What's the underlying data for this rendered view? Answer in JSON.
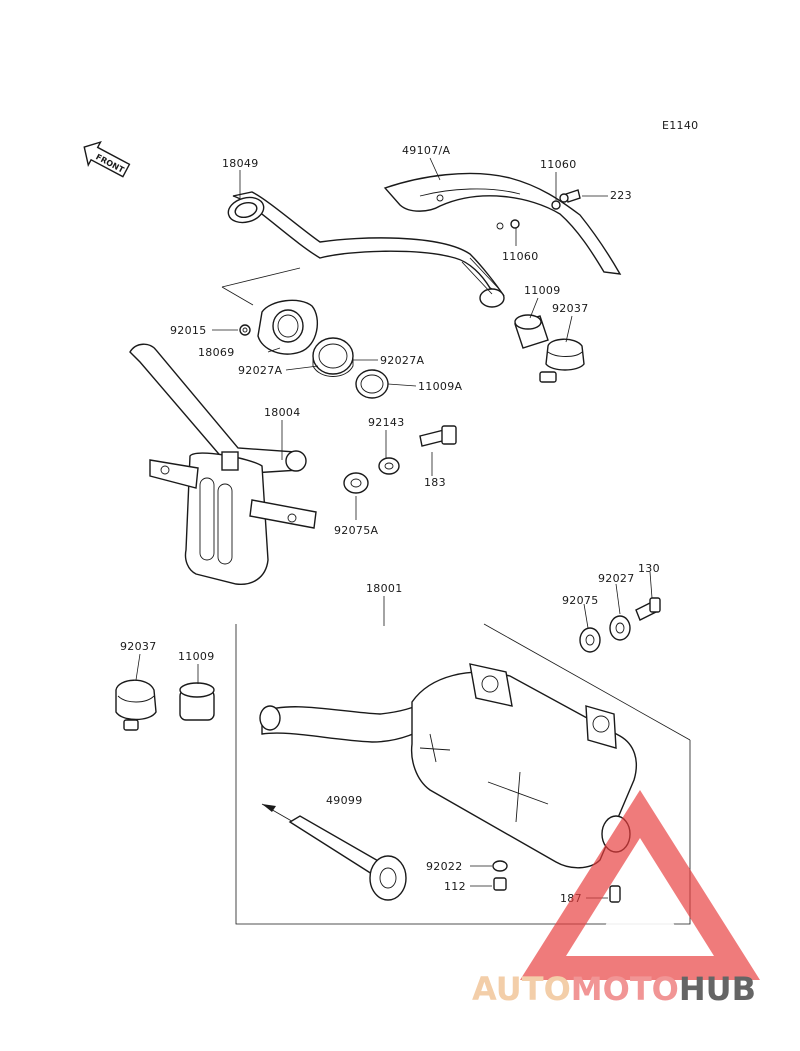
{
  "diagram_code": "E1140",
  "front_arrow_label": "FRONT",
  "labels": {
    "l18049": "18049",
    "l49107": "49107/A",
    "l11060a": "11060",
    "l223": "223",
    "l11060b": "11060",
    "l11009a": "11009",
    "l92037a": "92037",
    "l92015": "92015",
    "l18069": "18069",
    "l92027a1": "92027A",
    "l92027a2": "92027A",
    "l11009A": "11009A",
    "l18004": "18004",
    "l92143": "92143",
    "l183": "183",
    "l92075A": "92075A",
    "l18001": "18001",
    "l130": "130",
    "l92027": "92027",
    "l92075": "92075",
    "l92037b": "92037",
    "l11009b": "11009",
    "l49099": "49099",
    "l92022": "92022",
    "l112": "112",
    "l187": "187"
  },
  "watermark": {
    "part1": "AUTO",
    "part2": "MOTO",
    "part3": "HUB",
    "color_auto": "#f2c9a0",
    "color_moto": "#f08a8a",
    "color_hub": "#555555",
    "triangle_color": "#e83c3c"
  }
}
